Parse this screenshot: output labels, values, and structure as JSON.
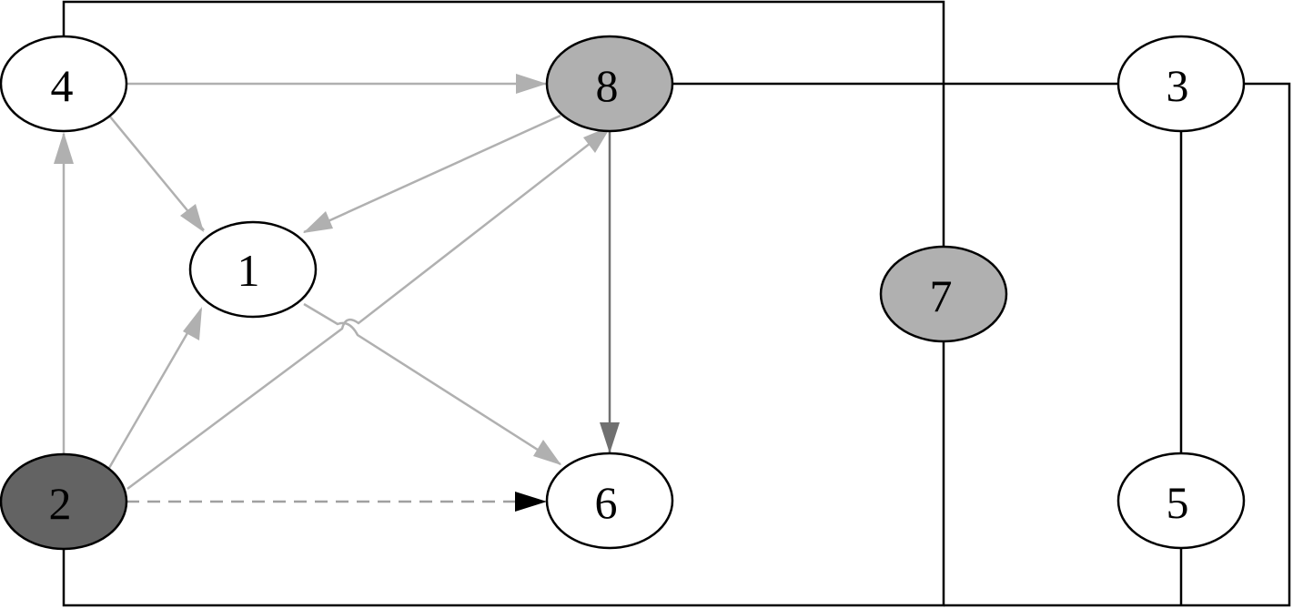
{
  "nodes": [
    {
      "id": "4",
      "label": "4",
      "fill": "#ffffff",
      "text_color": "#000000"
    },
    {
      "id": "8",
      "label": "8",
      "fill": "#b0b0b0",
      "text_color": "#000000"
    },
    {
      "id": "3",
      "label": "3",
      "fill": "#ffffff",
      "text_color": "#000000"
    },
    {
      "id": "1",
      "label": "1",
      "fill": "#ffffff",
      "text_color": "#000000"
    },
    {
      "id": "7",
      "label": "7",
      "fill": "#b0b0b0",
      "text_color": "#000000"
    },
    {
      "id": "2",
      "label": "2",
      "fill": "#636363",
      "text_color": "#000000"
    },
    {
      "id": "6",
      "label": "6",
      "fill": "#ffffff",
      "text_color": "#000000"
    },
    {
      "id": "5",
      "label": "5",
      "fill": "#ffffff",
      "text_color": "#000000"
    }
  ],
  "edges": [
    {
      "from": "4",
      "to": "8",
      "style": "arrow",
      "color": "#b0b0b0"
    },
    {
      "from": "4",
      "to": "1",
      "style": "arrow",
      "color": "#b0b0b0"
    },
    {
      "from": "8",
      "to": "1",
      "style": "arrow",
      "color": "#b0b0b0"
    },
    {
      "from": "2",
      "to": "4",
      "style": "arrow",
      "color": "#b0b0b0"
    },
    {
      "from": "2",
      "to": "1",
      "style": "arrow",
      "color": "#b0b0b0"
    },
    {
      "from": "2",
      "to": "8",
      "style": "arrow",
      "color": "#b0b0b0"
    },
    {
      "from": "1",
      "to": "6",
      "style": "arrow",
      "color": "#b0b0b0"
    },
    {
      "from": "8",
      "to": "6",
      "style": "arrow",
      "color": "#707070"
    },
    {
      "from": "2",
      "to": "6",
      "style": "dashed-arrow",
      "color": "#a0a0a0"
    },
    {
      "from": "8",
      "to": "3",
      "style": "line",
      "color": "#000000"
    },
    {
      "from": "3",
      "to": "5",
      "style": "line",
      "color": "#000000"
    },
    {
      "from": "4",
      "to": "7",
      "style": "line",
      "color": "#000000"
    },
    {
      "from": "2",
      "to": "7",
      "style": "line",
      "color": "#000000"
    },
    {
      "from": "3",
      "to": "2",
      "style": "line",
      "color": "#000000"
    },
    {
      "from": "5",
      "to": "2",
      "style": "line",
      "color": "#000000"
    }
  ]
}
